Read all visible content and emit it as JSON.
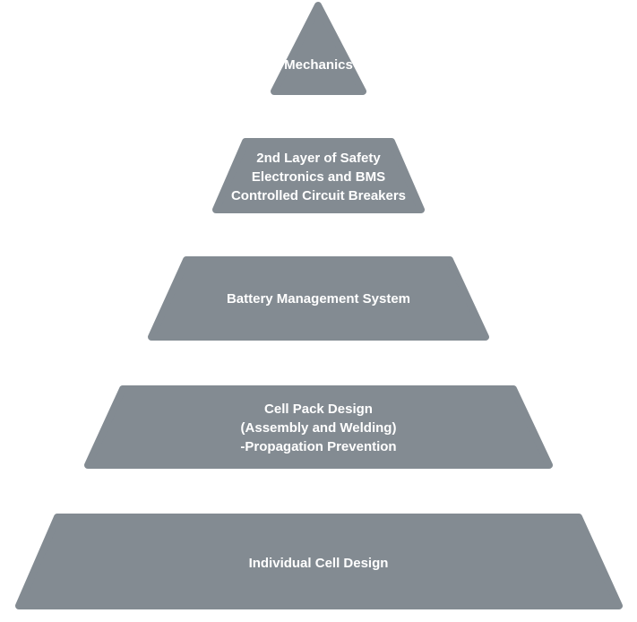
{
  "colors": {
    "tier_fill": "#838b92",
    "label_text": "#ffffff",
    "background": "#ffffff"
  },
  "tiers": [
    {
      "lines": [
        "Mechanics"
      ]
    },
    {
      "lines": [
        "2nd Layer of Safety",
        "Electronics and BMS",
        "Controlled Circuit Breakers"
      ]
    },
    {
      "lines": [
        "Battery Management System"
      ]
    },
    {
      "lines": [
        "Cell Pack Design",
        "(Assembly and Welding)",
        "-Propagation Prevention"
      ]
    },
    {
      "lines": [
        "Individual Cell Design"
      ]
    }
  ]
}
